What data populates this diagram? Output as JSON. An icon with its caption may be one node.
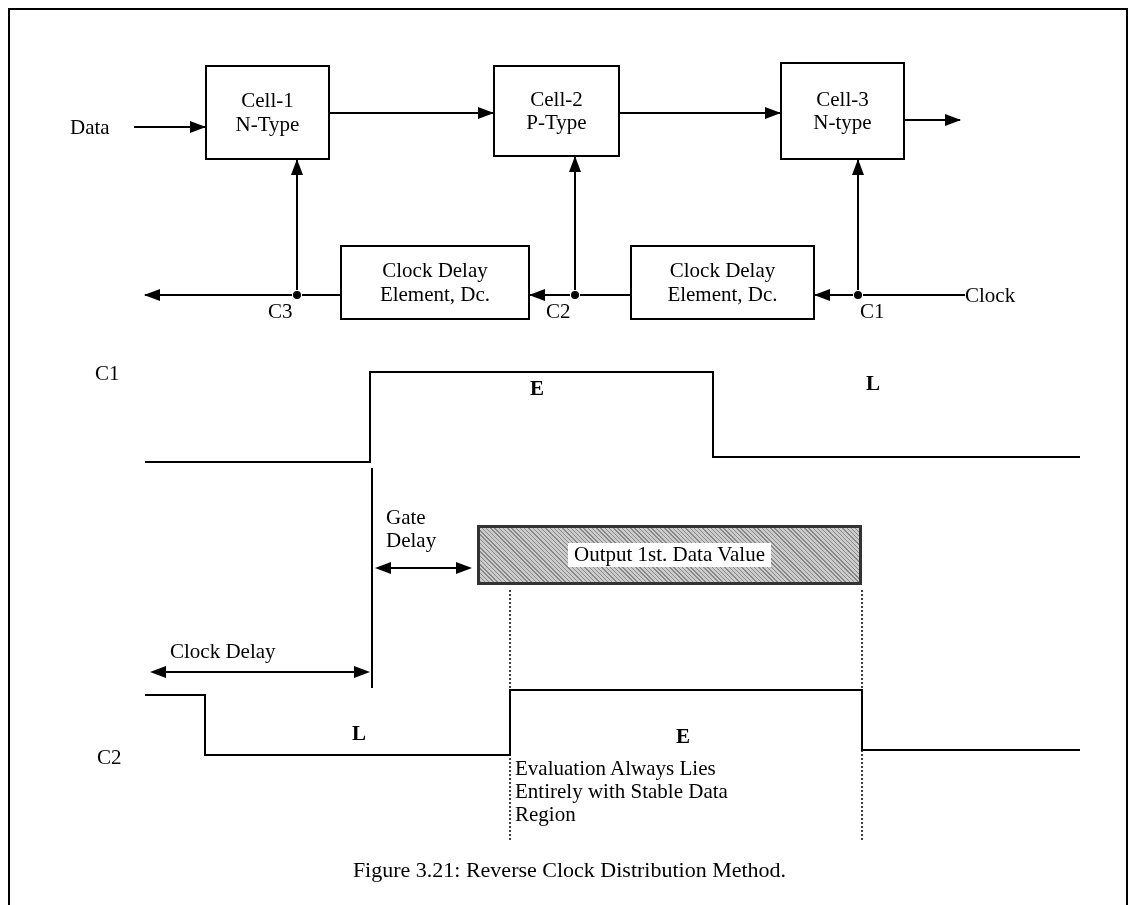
{
  "diagram": {
    "caption": "Figure 3.21:  Reverse Clock Distribution Method.",
    "nodes": [
      {
        "text": [
          "Data"
        ]
      },
      {
        "text": [
          "Cell-1 N-Type"
        ]
      },
      {
        "text": [
          "Cell-2 P-Type"
        ]
      },
      {
        "text": [
          "Cell-3 N-type"
        ]
      },
      {
        "text": [
          "Clock Delay Element, Dc."
        ]
      },
      {
        "text": [
          "Clock Delay Element, Dc."
        ]
      },
      {
        "text": [
          "Clock"
        ]
      },
      {
        "text": [],
        "shape": "circle",
        "beside": [
          "C1"
        ]
      },
      {
        "text": [],
        "shape": "circle",
        "beside": [
          "C2"
        ]
      },
      {
        "text": [],
        "shape": "circle",
        "beside": [
          "C3"
        ]
      },
      {
        "text": [
          "Output 1st. Data Value"
        ]
      }
    ],
    "edges": [
      {
        "from": 0,
        "to": 1,
        "arrow": "to"
      },
      {
        "from": 1,
        "to": 2,
        "arrow": "to"
      },
      {
        "from": 2,
        "to": 3,
        "arrow": "to"
      },
      {
        "from": 3,
        "to": null,
        "arrow": "to"
      },
      {
        "from": 6,
        "to": 7,
        "arrow": "none"
      },
      {
        "from": 7,
        "to": 5,
        "arrow": "to"
      },
      {
        "from": 7,
        "to": 3,
        "arrow": "to"
      },
      {
        "from": 5,
        "to": 8,
        "arrow": "none"
      },
      {
        "from": 8,
        "to": 4,
        "arrow": "to"
      },
      {
        "from": 8,
        "to": 2,
        "arrow": "to"
      },
      {
        "from": 4,
        "to": 9,
        "arrow": "none"
      },
      {
        "from": 9,
        "to": null,
        "arrow": "to"
      },
      {
        "from": 9,
        "to": 1,
        "arrow": "to"
      }
    ],
    "labels": [
      "C1",
      "E",
      "L",
      "Gate Delay",
      "Clock Delay",
      "C2",
      "L",
      "E",
      "Evaluation Always Lies Entirely with Stable Data Region"
    ]
  }
}
